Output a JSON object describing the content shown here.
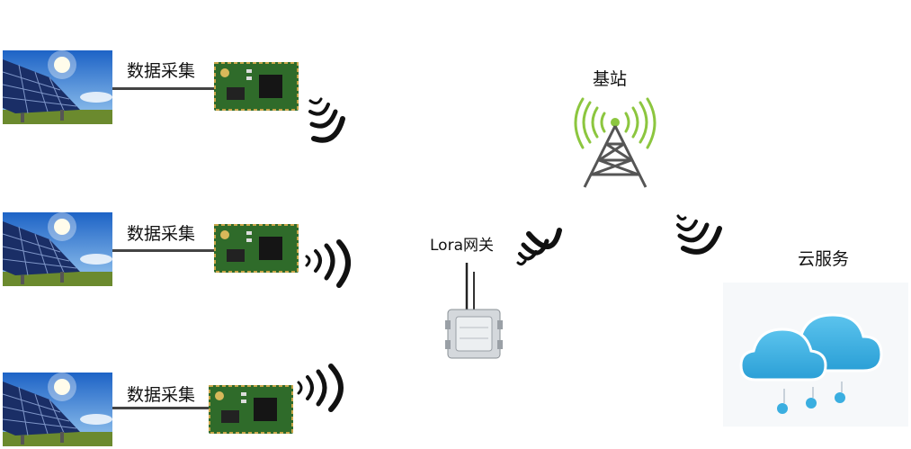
{
  "sensors": [
    {
      "label": "数据采集"
    },
    {
      "label": "数据采集"
    },
    {
      "label": "数据采集"
    }
  ],
  "gateway": {
    "label": "Lora网关"
  },
  "base_station": {
    "label": "基站"
  },
  "cloud": {
    "label": "云服务"
  },
  "colors": {
    "signal_arc": "#111111",
    "tower_waves": "#8cc63f",
    "tower": "#555555",
    "cloud": "#3aaee0",
    "pcb": "#2f6b2a"
  }
}
